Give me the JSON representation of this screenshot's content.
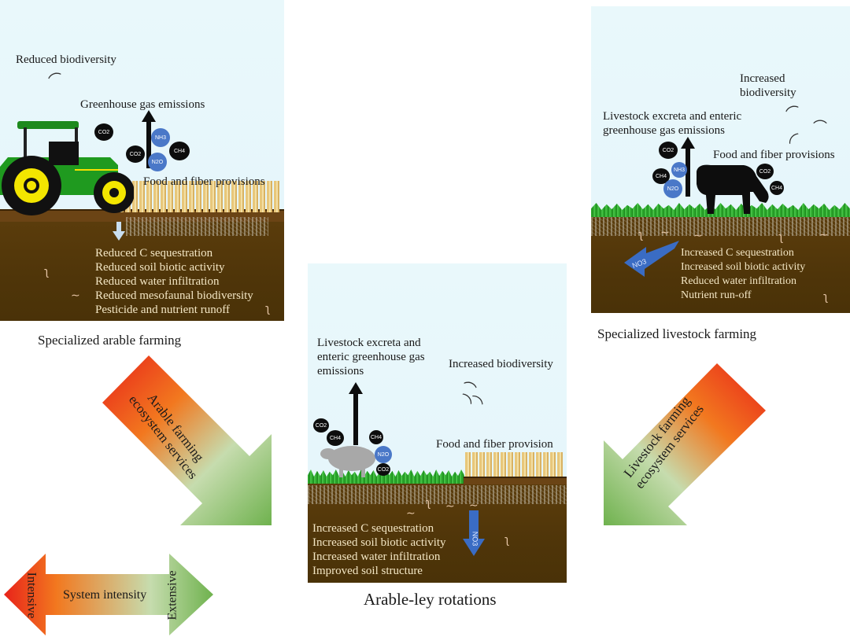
{
  "panels": {
    "arable": {
      "caption": "Specialized arable farming",
      "sky_labels": {
        "biodiversity": "Reduced biodiversity",
        "emissions": "Greenhouse gas emissions",
        "provisions": "Food and fiber provisions"
      },
      "gases": [
        "CO2",
        "CO2",
        "NH3",
        "N2O",
        "CH4"
      ],
      "soil_effects": [
        "Reduced C sequestration",
        "Reduced soil biotic activity",
        "Reduced water infiltration",
        "Reduced mesofaunal biodiversity",
        "Pesticide and nutrient runoff"
      ]
    },
    "ley": {
      "caption": "Arable-ley rotations",
      "sky_labels": {
        "emissions_line1": "Livestock excreta and",
        "emissions_line2": "enteric greenhouse gas",
        "emissions_line3": "emissions",
        "biodiversity": "Increased biodiversity",
        "provisions": "Food and fiber provision"
      },
      "gases": [
        "CO2",
        "CH4",
        "CH4",
        "N2O",
        "CO2"
      ],
      "leaching_label": "NO3",
      "soil_effects": [
        "Increased C sequestration",
        "Increased soil biotic activity",
        "Increased water infiltration",
        "Improved soil structure"
      ]
    },
    "livestock": {
      "caption": "Specialized livestock farming",
      "sky_labels": {
        "biodiversity_line1": "Increased",
        "biodiversity_line2": "biodiversity",
        "emissions_line1": "Livestock excreta and enteric",
        "emissions_line2": "greenhouse gas emissions",
        "provisions": "Food and fiber provisions"
      },
      "gases": [
        "CO2",
        "NH3",
        "CH4",
        "N2O",
        "CO2",
        "CH4"
      ],
      "runoff_label": "NO3",
      "soil_effects": [
        "Increased C sequestration",
        "Increased soil biotic activity",
        "Reduced water infiltration",
        "Nutrient run-off"
      ]
    }
  },
  "arrows": {
    "arable_services_line1": "Arable farming",
    "arable_services_line2": "ecosystem services",
    "livestock_services_line1": "Livestock farming",
    "livestock_services_line2": "ecosystem services"
  },
  "intensity_scale": {
    "label": "System intensity",
    "left": "Intensive",
    "right": "Extensive"
  },
  "colors": {
    "intensive": "#e8231a",
    "mid": "#f07b2a",
    "extensive": "#6fb24e",
    "soil": "#4f3509",
    "sky": "#e8f7fb"
  }
}
